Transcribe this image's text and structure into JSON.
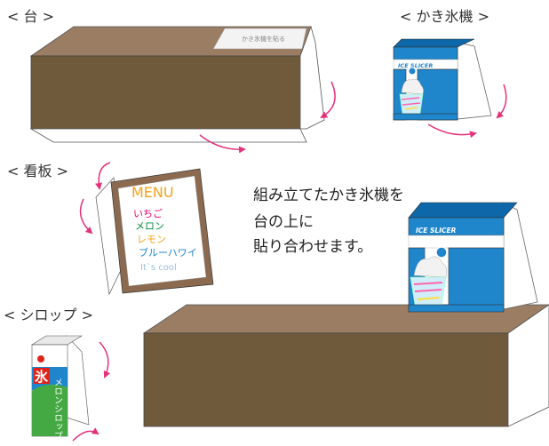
{
  "labels": {
    "stand": "< 台 >",
    "machine": "< かき氷機 >",
    "sign": "< 看板 >",
    "syrup": "< シロップ >"
  },
  "stand_sticker": "かき氷機を貼る",
  "machine_brand": "ICE SLICER",
  "menu": {
    "title": "MENU",
    "items": [
      "いちご",
      "メロン",
      "レモン",
      "ブルーハワイ"
    ],
    "footer": "It`s cool"
  },
  "syrup_label": {
    "kanji": "氷",
    "vertical_text": "メロンシロップ"
  },
  "instruction": [
    "組み立てたかき氷機を",
    "台の上に",
    "貼り合わせます。"
  ],
  "colors": {
    "stand_brown": "#705a3c",
    "stand_top": "#9a7d62",
    "machine_blue": "#1f86cc",
    "arrow_pink": "#e3327a",
    "menu_frame": "#8b6a4f",
    "syrup_green": "#45a943",
    "syrup_red": "#e2231a"
  }
}
